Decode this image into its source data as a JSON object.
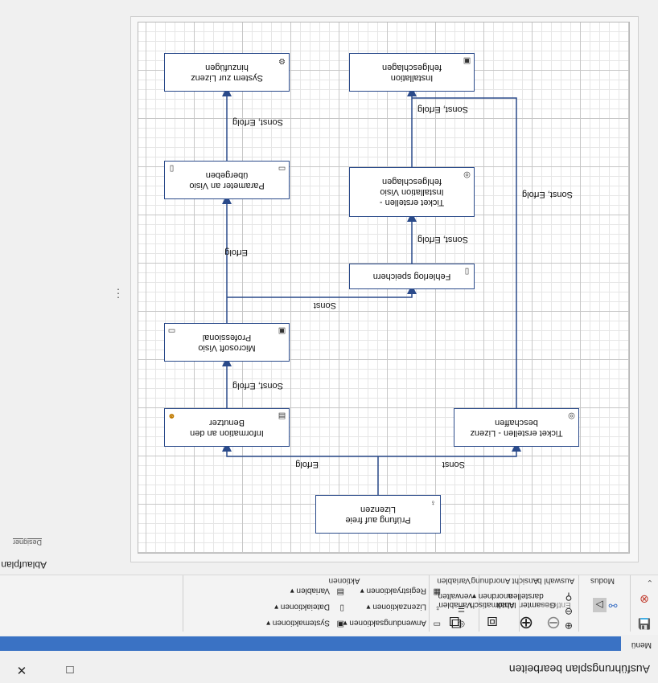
{
  "window": {
    "title": "Ausführungsplan bearbeiten",
    "menu_label": "Menü",
    "maximize_glyph": "□",
    "close_glyph": "✕"
  },
  "ribbon": {
    "groups": {
      "modus": "Modus",
      "ansicht": "Ansicht",
      "variablen": "Variablen",
      "aktionen": "Aktionen",
      "anordnung": "Anordnung",
      "auswahl": "Auswahl b..."
    },
    "buttons": {
      "gesamten_inhalt": "Gesamten Inhalt darstellen",
      "variablen_verwalten": "Variablen verwalten",
      "anwendungsaktionen": "Anwendungsaktionen ▾",
      "lizenzaktionen": "Lizenzaktionen ▾",
      "registryaktionen": "Registryaktionen ▾",
      "systemaktionen": "Systemaktionen ▾",
      "dateiaktionen": "Dateiaktionen ▾",
      "variablen_menu": "Variablen ▾",
      "automatisch_anordnen": "Automatisch anordnen ▾",
      "entfernen": "Entfernen"
    }
  },
  "left_pane": {
    "title": "Ablaufplan",
    "designer": "Designer"
  },
  "diagram": {
    "nodes": {
      "pruefung": "Prüfung auf freie Lizenzen",
      "info_benutzer": "Information an den Benutzer",
      "ticket_lizenz": "Ticket erstellen - Lizenz beschaffen",
      "ms_visio": "Microsoft Visio Professional",
      "fehlerlog": "Fehlerlog speichern",
      "parameter": "Parameter an Visio übergeben",
      "ticket_install": "Ticket erstellen - Installation Visio fehlgeschlagen",
      "system_lizenz": "System zur Lizenz hinzufügen",
      "install_fehl": "Installation fehlgeschlagen"
    },
    "edges": {
      "erfolg_1": "Erfolg",
      "sonst_1": "Sonst",
      "sonst_erfolg_1": "Sonst, Erfolg",
      "erfolg_2": "Erfolg",
      "sonst_2": "Sonst",
      "sonst_erfolg_2": "Sonst, Erfolg",
      "sonst_erfolg_3": "Sonst, Erfolg",
      "sonst_erfolg_4": "Sonst, Erfolg",
      "sonst_erfolg_5": "Sonst, Erfolg"
    },
    "line_color": "#2a4a8a"
  }
}
